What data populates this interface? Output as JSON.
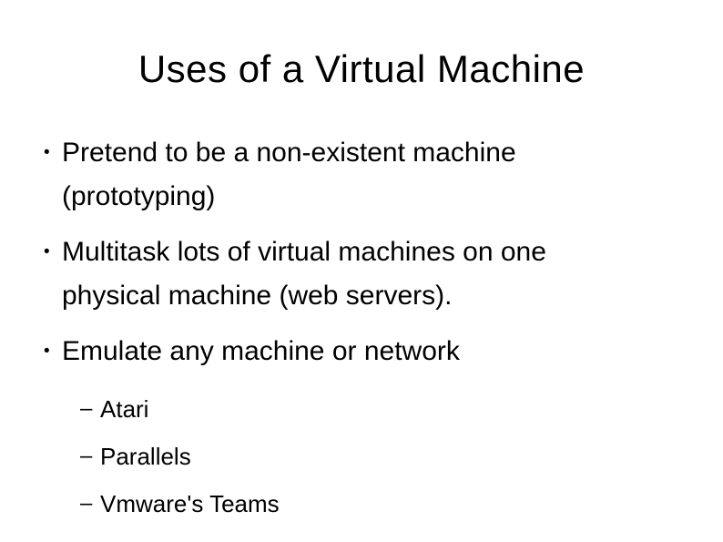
{
  "slide": {
    "title": "Uses of a Virtual Machine",
    "bullets": [
      {
        "marker": "•",
        "lines": [
          "Pretend to be a non-existent machine",
          "(prototyping)"
        ]
      },
      {
        "marker": "•",
        "lines": [
          "Multitask lots of virtual machines on one",
          "physical machine (web servers)."
        ]
      },
      {
        "marker": "•",
        "lines": [
          "Emulate any machine or network"
        ],
        "sub_items": [
          {
            "marker": "–",
            "label": "Atari"
          },
          {
            "marker": "–",
            "label": "Parallels"
          },
          {
            "marker": "–",
            "label": "Vmware's Teams"
          }
        ]
      }
    ],
    "colors": {
      "background": "#ffffff",
      "text": "#000000"
    }
  }
}
